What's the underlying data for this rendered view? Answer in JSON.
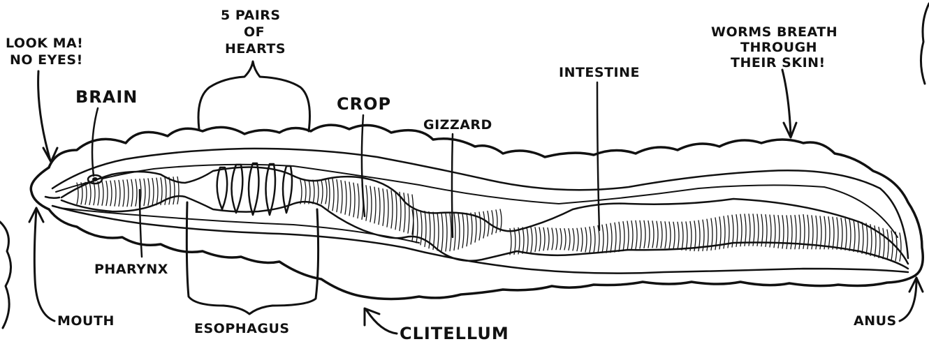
{
  "diagram": {
    "labels": {
      "look_ma_1": "LOOK MA!",
      "look_ma_2": "NO EYES!",
      "pairs_1": "5 PAIRS",
      "pairs_2": "OF",
      "pairs_3": "HEARTS",
      "brain": "BRAIN",
      "crop": "CROP",
      "gizzard": "GIZZARD",
      "intestine": "INTESTINE",
      "worms_1": "WORMS BREATH",
      "worms_2": "THROUGH",
      "worms_3": "THEIR SKIN!",
      "pharynx": "PHARYNX",
      "mouth": "MOUTH",
      "esophagus": "ESOPHAGUS",
      "clitellum": "CLITELLUM",
      "anus": "ANUS"
    },
    "colors": {
      "ink": "#111111",
      "background": "#ffffff"
    }
  }
}
